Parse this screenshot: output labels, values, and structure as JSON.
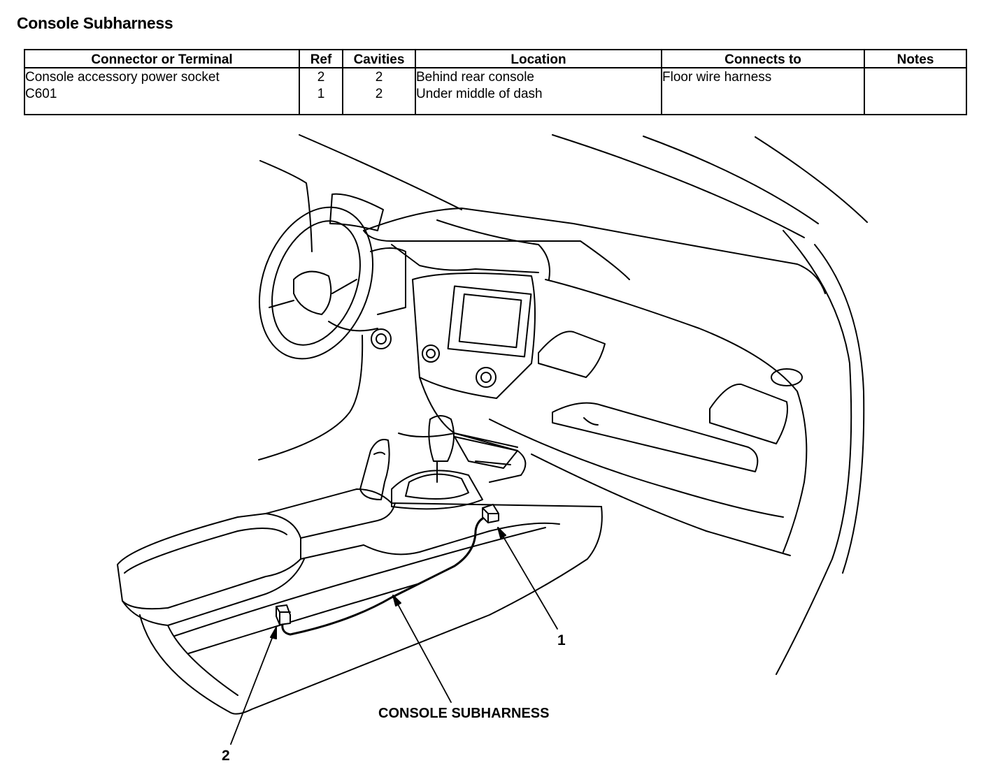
{
  "page_title": "Console Subharness",
  "table": {
    "headers": [
      "Connector or Terminal",
      "Ref",
      "Cavities",
      "Location",
      "Connects to",
      "Notes"
    ],
    "rows": [
      [
        "Console accessory power socket",
        "2",
        "2",
        "Behind rear console",
        "",
        ""
      ],
      [
        "C601",
        "1",
        "2",
        "Under middle of dash",
        "Floor wire harness",
        ""
      ]
    ]
  },
  "diagram": {
    "harness_label": "CONSOLE SUBHARNESS",
    "callout_1": "1",
    "callout_2": "2"
  }
}
